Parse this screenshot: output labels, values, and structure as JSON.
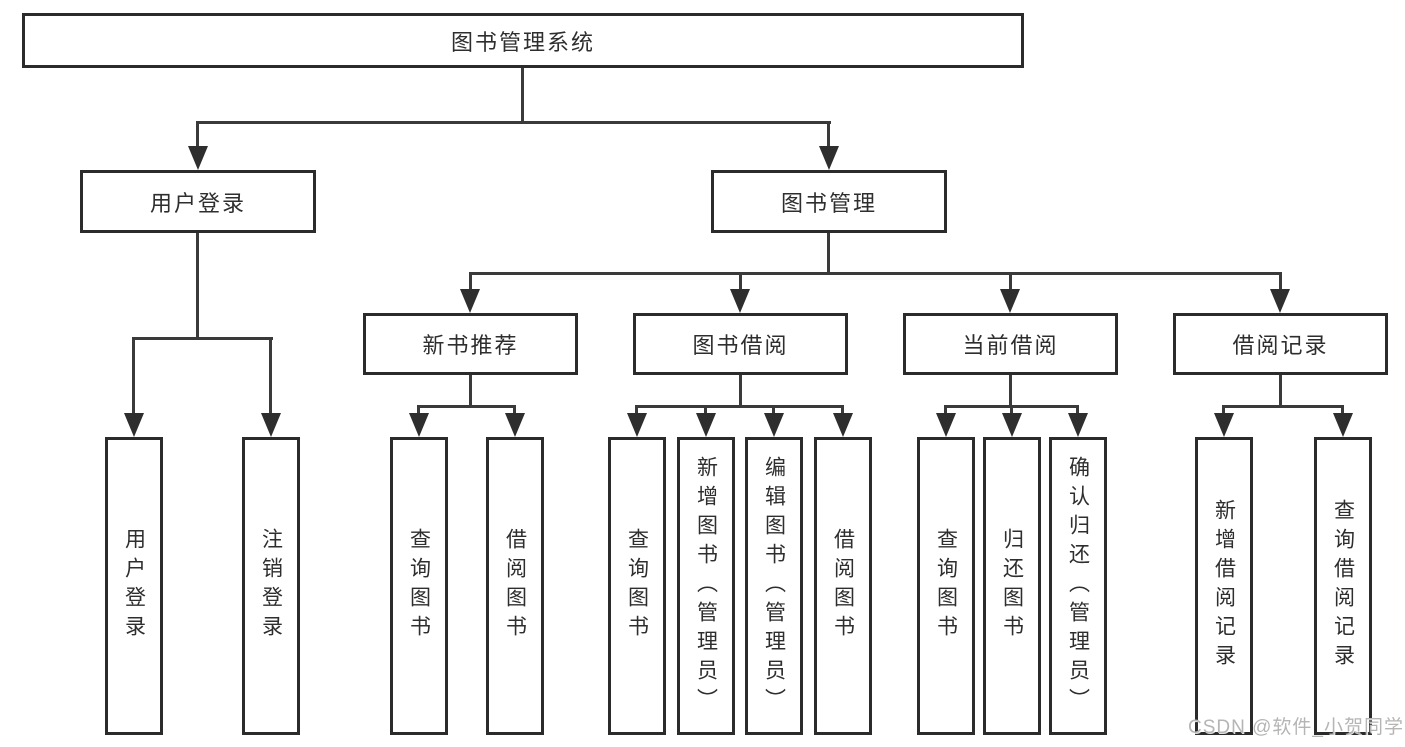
{
  "tree": {
    "label": "图书管理系统",
    "children": [
      {
        "label": "用户登录",
        "children": [
          {
            "label": "用户登录"
          },
          {
            "label": "注销登录"
          }
        ]
      },
      {
        "label": "图书管理",
        "children": [
          {
            "label": "新书推荐",
            "children": [
              {
                "label": "查询图书"
              },
              {
                "label": "借阅图书"
              }
            ]
          },
          {
            "label": "图书借阅",
            "children": [
              {
                "label": "查询图书"
              },
              {
                "label": "新增图书（管理员）"
              },
              {
                "label": "编辑图书（管理员）"
              },
              {
                "label": "借阅图书"
              }
            ]
          },
          {
            "label": "当前借阅",
            "children": [
              {
                "label": "查询图书"
              },
              {
                "label": "归还图书"
              },
              {
                "label": "确认归还（管理员）"
              }
            ]
          },
          {
            "label": "借阅记录",
            "children": [
              {
                "label": "新增借阅记录"
              },
              {
                "label": "查询借阅记录"
              }
            ]
          }
        ]
      }
    ]
  },
  "watermark": {
    "text": "CSDN @软件_小贺同学"
  },
  "colors": {
    "background": "#ffffff",
    "box_border": "#2b2b2b",
    "connector_line": "#3a3a3a",
    "arrowhead": "#2e2e2e",
    "text": "#2e2e2e",
    "watermark_text": "#b5b5b5"
  }
}
